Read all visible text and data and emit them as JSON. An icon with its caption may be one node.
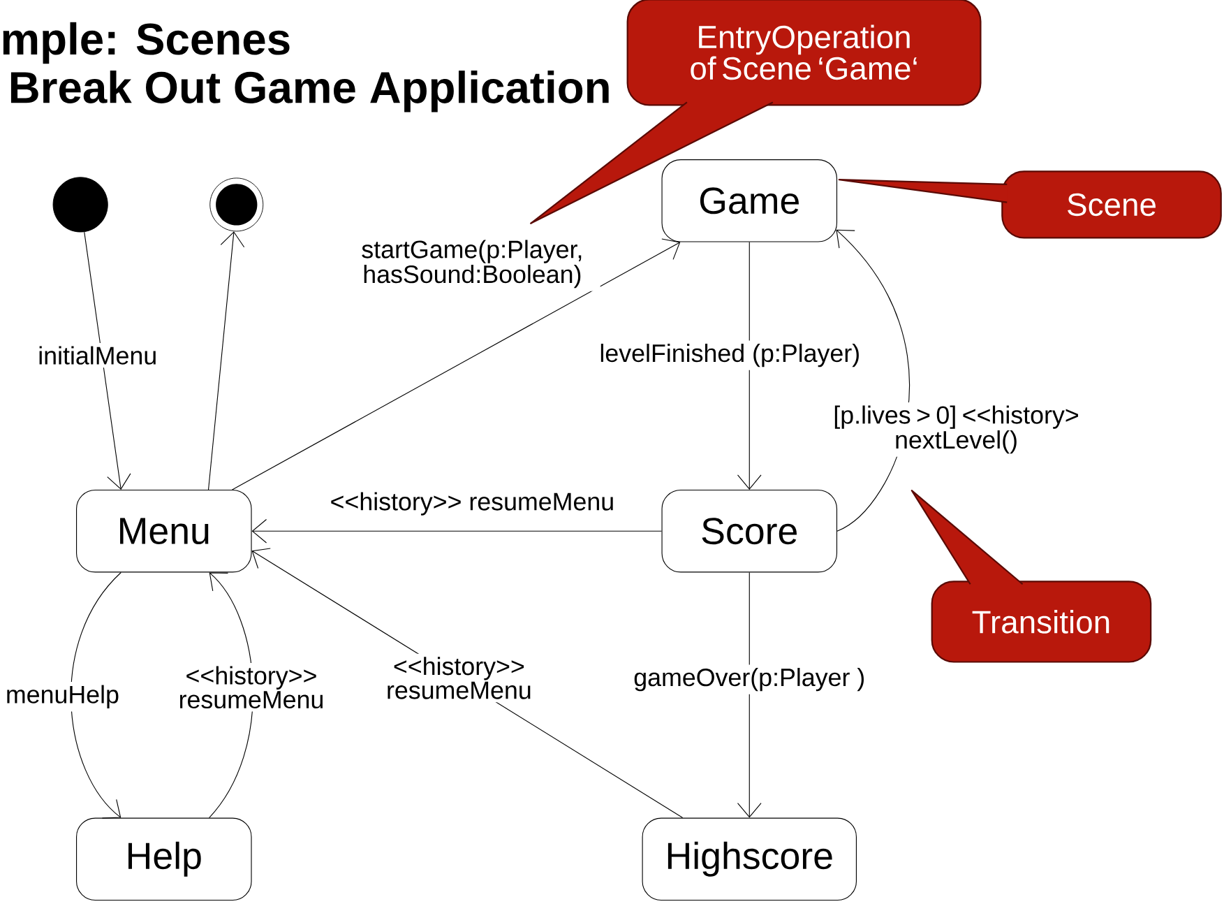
{
  "diagram": {
    "title": "mple: Scenes",
    "nodes": [
      {
        "text": [],
        "shape": "circle"
      },
      {
        "text": [],
        "shape": "circle"
      },
      {
        "text": [
          "Game"
        ]
      },
      {
        "text": [
          "Menu"
        ]
      },
      {
        "text": [
          "Score"
        ]
      },
      {
        "text": [
          "Help"
        ]
      },
      {
        "text": [
          "Highscore"
        ]
      },
      {
        "text": [
          "EntryOperation of Scene ‘Game‘"
        ]
      },
      {
        "text": [
          "Scene"
        ]
      },
      {
        "text": [
          "Transition"
        ]
      }
    ],
    "edges": [
      {
        "from": 0,
        "to": 3,
        "arrow": "to",
        "label": "initialMenu"
      },
      {
        "from": 3,
        "to": 1,
        "arrow": "to"
      },
      {
        "from": 3,
        "to": 2,
        "arrow": "to",
        "label": "startGame(p:Player, hasSound:Boolean)"
      },
      {
        "from": 2,
        "to": 4,
        "arrow": "to",
        "label": "levelFinished (p:Player)"
      },
      {
        "from": 4,
        "to": 2,
        "arrow": "to",
        "label": "[p.lives > 0] <<history> nextLevel()"
      },
      {
        "from": 4,
        "to": 3,
        "arrow": "to",
        "label": "<<history>> resumeMenu"
      },
      {
        "from": 3,
        "to": 5,
        "arrow": "to",
        "label": "menuHelp"
      },
      {
        "from": 5,
        "to": 3,
        "arrow": "to",
        "label": "<<history>> resumeMenu"
      },
      {
        "from": 6,
        "to": 3,
        "arrow": "to",
        "label": "<<history>> resumeMenu"
      },
      {
        "from": 4,
        "to": 6,
        "arrow": "to",
        "label": "gameOver(p:Player )"
      }
    ],
    "labels": [
      "Break Out Game Application"
    ]
  }
}
